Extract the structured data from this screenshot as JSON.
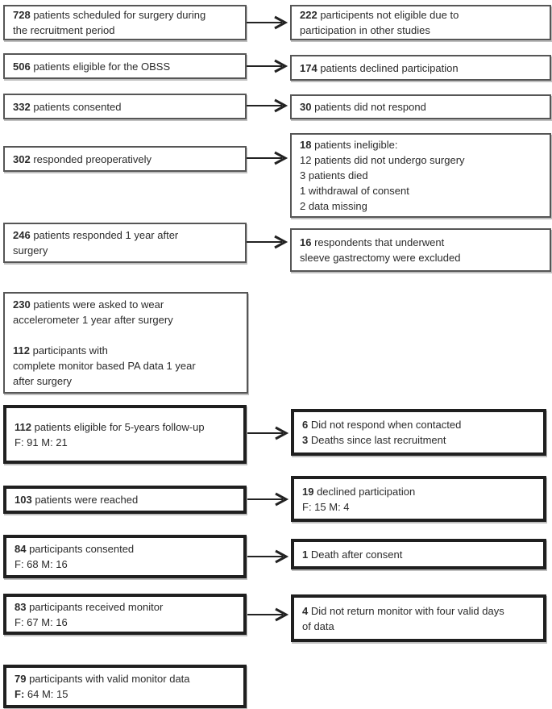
{
  "figure": {
    "type": "recruitment-flowchart",
    "background_color": "#ffffff",
    "text_color": "#2b2b2b",
    "thin_border_color": "#565656",
    "thick_border_color": "#1f1f1f",
    "arrow_color": "#222222"
  },
  "boxes": {
    "b1L": {
      "lines": [
        [
          {
            "t": "728",
            "b": true
          },
          {
            "t": " patients scheduled for surgery during"
          }
        ],
        [
          {
            "t": "the recruitment period"
          }
        ]
      ]
    },
    "b1R": {
      "lines": [
        [
          {
            "t": "222",
            "b": true
          },
          {
            "t": " participents not eligible due to"
          }
        ],
        [
          {
            "t": "participation in other studies"
          }
        ]
      ]
    },
    "b2L": {
      "lines": [
        [
          {
            "t": "506",
            "b": true
          },
          {
            "t": " patients eligible for the OBSS"
          }
        ]
      ]
    },
    "b2R": {
      "lines": [
        [
          {
            "t": "174",
            "b": true
          },
          {
            "t": " patients declined participation"
          }
        ]
      ]
    },
    "b3L": {
      "lines": [
        [
          {
            "t": "332",
            "b": true
          },
          {
            "t": " patients consented"
          }
        ]
      ]
    },
    "b3R": {
      "lines": [
        [
          {
            "t": "30",
            "b": true
          },
          {
            "t": " patients did not respond"
          }
        ]
      ]
    },
    "b4L": {
      "lines": [
        [
          {
            "t": "302",
            "b": true
          },
          {
            "t": " responded preoperatively"
          }
        ]
      ]
    },
    "b4R": {
      "lines": [
        [
          {
            "t": "18",
            "b": true
          },
          {
            "t": " patients ineligible:"
          }
        ],
        [
          {
            "t": "12 patients did not undergo surgery"
          }
        ],
        [
          {
            "t": "3 patients died"
          }
        ],
        [
          {
            "t": "1 withdrawal of consent"
          }
        ],
        [
          {
            "t": "2 data missing"
          }
        ]
      ]
    },
    "b5L": {
      "lines": [
        [
          {
            "t": "246",
            "b": true
          },
          {
            "t": " patients responded 1 year after"
          }
        ],
        [
          {
            "t": "surgery"
          }
        ]
      ]
    },
    "b5R": {
      "lines": [
        [
          {
            "t": "16",
            "b": true
          },
          {
            "t": " respondents that underwent"
          }
        ],
        [
          {
            "t": "sleeve gastrectomy were excluded"
          }
        ]
      ]
    },
    "b6L": {
      "lines": [
        [
          {
            "t": "230",
            "b": true
          },
          {
            "t": " patients were asked to wear"
          }
        ],
        [
          {
            "t": "accelerometer 1 year after surgery"
          }
        ],
        [],
        [
          {
            "t": "112",
            "b": true
          },
          {
            "t": " participants with"
          }
        ],
        [
          {
            "t": "complete monitor based PA data 1 year"
          }
        ],
        [
          {
            "t": "after surgery"
          }
        ]
      ]
    },
    "b7L": {
      "lines": [
        [
          {
            "t": "112",
            "b": true
          },
          {
            "t": " patients eligible for 5-years follow-up"
          }
        ],
        [
          {
            "t": "F: 91 M: 21"
          }
        ]
      ]
    },
    "b7R": {
      "lines": [
        [
          {
            "t": "6",
            "b": true
          },
          {
            "t": " Did not respond when contacted"
          }
        ],
        [
          {
            "t": "3",
            "b": true
          },
          {
            "t": " Deaths since last recruitment"
          }
        ]
      ]
    },
    "b8L": {
      "lines": [
        [
          {
            "t": "103",
            "b": true
          },
          {
            "t": " patients were reached"
          }
        ]
      ]
    },
    "b8R": {
      "lines": [
        [
          {
            "t": "19",
            "b": true
          },
          {
            "t": " declined participation"
          }
        ],
        [
          {
            "t": "F: 15 M: 4"
          }
        ]
      ]
    },
    "b9L": {
      "lines": [
        [
          {
            "t": "84",
            "b": true
          },
          {
            "t": " participants consented"
          }
        ],
        [
          {
            "t": "F: 68 M: 16"
          }
        ]
      ]
    },
    "b9R": {
      "lines": [
        [
          {
            "t": "1",
            "b": true
          },
          {
            "t": " Death after consent"
          }
        ]
      ]
    },
    "b10L": {
      "lines": [
        [
          {
            "t": "83",
            "b": true
          },
          {
            "t": " participants received monitor"
          }
        ],
        [
          {
            "t": "F: 67 M: 16"
          }
        ]
      ]
    },
    "b10R": {
      "lines": [
        [
          {
            "t": "4",
            "b": true
          },
          {
            "t": " Did not return monitor with four valid days"
          }
        ],
        [
          {
            "t": "of data"
          }
        ]
      ]
    },
    "b11L": {
      "lines": [
        [
          {
            "t": "79",
            "b": true
          },
          {
            "t": " participants with valid monitor data"
          }
        ],
        [
          {
            "t": "F:",
            "b": true
          },
          {
            "t": " 64 M: 15"
          }
        ]
      ]
    }
  }
}
